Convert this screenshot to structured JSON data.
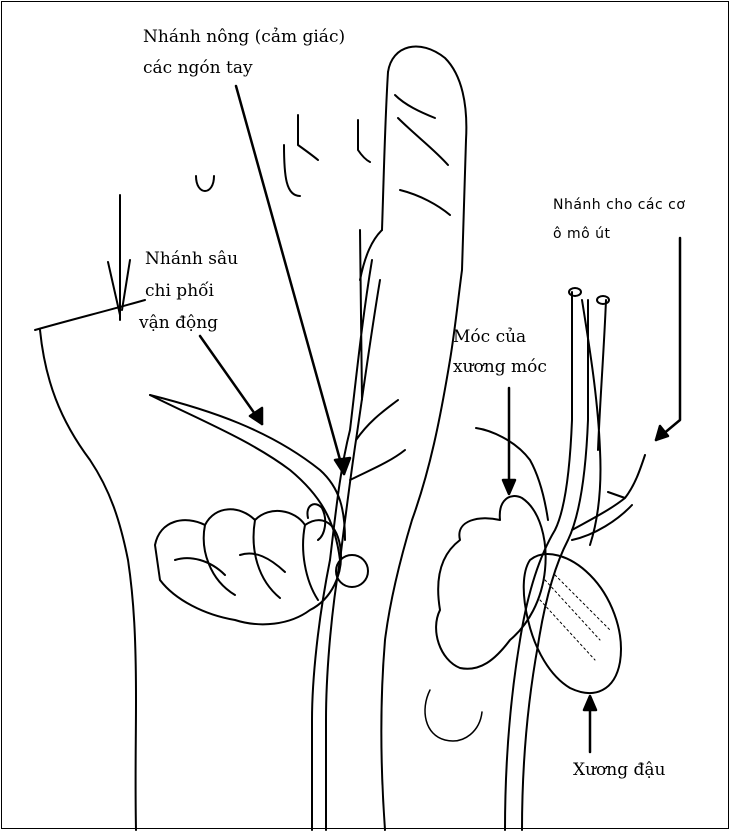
{
  "labels": {
    "superficial_line1": "Nhánh nông (cảm giác)",
    "superficial_line2": "các ngón tay",
    "deep_line1": "Nhánh sâu",
    "deep_line2": "chi phối",
    "deep_line3": "vận động",
    "hypothenar_line1": "Nhánh cho các cơ",
    "hypothenar_line2": "ô mô út",
    "hamate_line1": "Móc của",
    "hamate_line2": "xương móc",
    "pisiform": "Xương đậu"
  },
  "colors": {
    "ink": "#000000",
    "background": "#ffffff"
  }
}
